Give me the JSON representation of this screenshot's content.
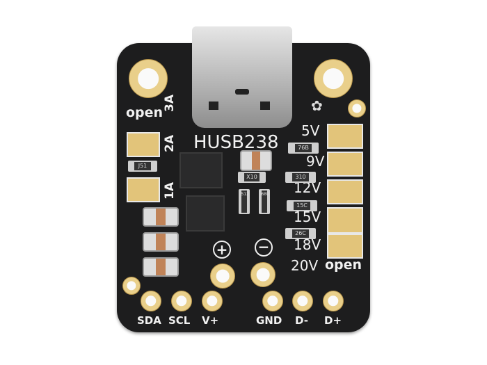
{
  "board": {
    "chip_label": "HUSB238",
    "current_labels": {
      "open": "open",
      "a3": "3A",
      "a2": "2A",
      "a1": "1A"
    },
    "voltage_labels": [
      "5V",
      "9V",
      "12V",
      "15V",
      "18V",
      "20V"
    ],
    "voltage_open": "open",
    "pin_labels": [
      "SDA",
      "SCL",
      "V+",
      "GND",
      "D-",
      "D+"
    ],
    "resistor_codes": [
      "76B",
      "310",
      "15C",
      "26C",
      "X10",
      "J51",
      "512",
      "68U"
    ],
    "colors": {
      "pcb": "#1d1d1e",
      "gold": "#e2c47a",
      "silk": "#f2f2f2"
    }
  }
}
